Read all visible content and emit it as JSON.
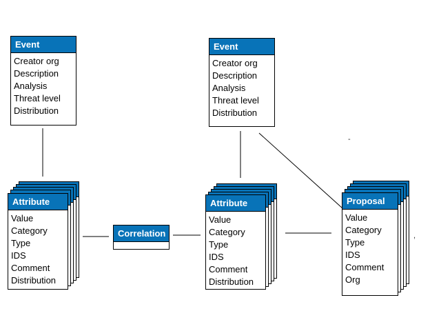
{
  "event_left": {
    "title": "Event",
    "fields": [
      "Creator org",
      "Description",
      "Analysis",
      "Threat level",
      "Distribution"
    ]
  },
  "event_right": {
    "title": "Event",
    "fields": [
      "Creator org",
      "Description",
      "Analysis",
      "Threat level",
      "Distribution"
    ]
  },
  "attribute_left": {
    "title": "Attribute",
    "fields": [
      "Value",
      "Category",
      "Type",
      "IDS",
      "Comment",
      "Distribution"
    ]
  },
  "attribute_right": {
    "title": "Attribute",
    "fields": [
      "Value",
      "Category",
      "Type",
      "IDS",
      "Comment",
      "Distribution"
    ]
  },
  "correlation": {
    "title": "Correlation"
  },
  "proposal": {
    "title": "Proposal",
    "fields": [
      "Value",
      "Category",
      "Type",
      "IDS",
      "Comment",
      "Org"
    ]
  },
  "colors": {
    "header_fill": "#0873b8",
    "header_text": "#ffffff",
    "line": "#000000"
  },
  "marks": {
    "dash": "-",
    "tick": ","
  }
}
